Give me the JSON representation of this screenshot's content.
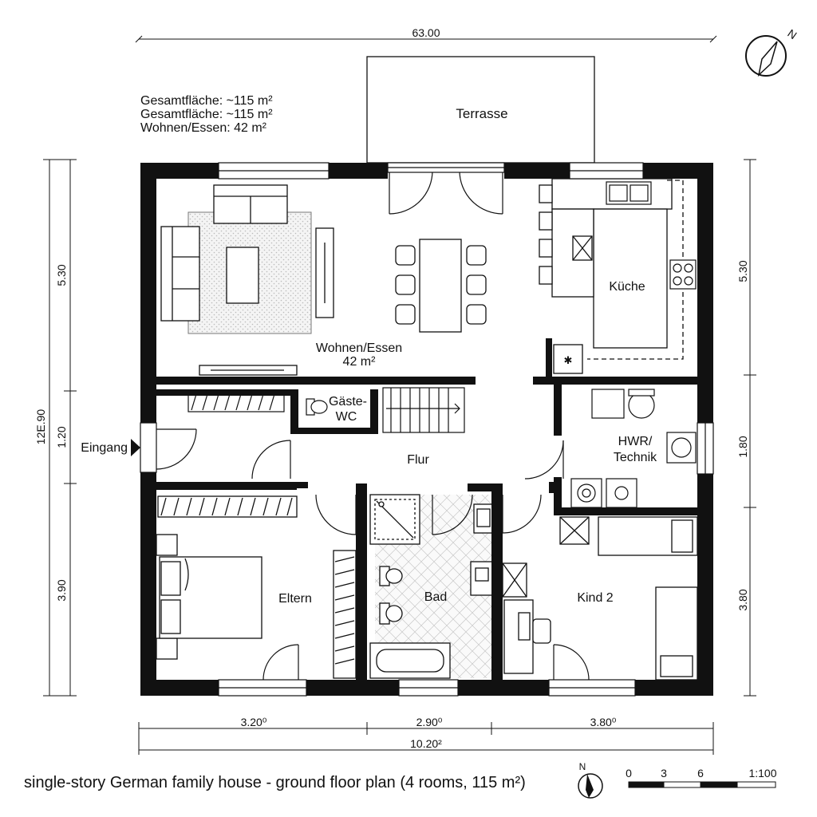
{
  "summary": {
    "line1": "Gesamtfläche: ~115 m²",
    "line2": "Gesamtfläche: ~115 m²",
    "line3": "Wohnen/Essen: 42 m²"
  },
  "dimensions": {
    "top_total": "63.00",
    "left_total": "12E.90",
    "left_top": "5.30",
    "left_mid": "1.20",
    "left_bottom": "3.90",
    "right_top": "5.30",
    "right_mid": "1.80",
    "right_bottom": "3.80",
    "bottom_left": "3.20⁰",
    "bottom_mid": "2.90⁰",
    "bottom_right": "3.80⁰",
    "bottom_total": "10.20²"
  },
  "rooms": {
    "terrace": "Terrasse",
    "living_dining": "Wohnen/Essen",
    "living_dining_area": "42 m²",
    "kitchen": "Küche",
    "guest_wc_1": "Gäste-",
    "guest_wc_2": "WC",
    "entrance": "Eingang",
    "hallway": "Flur",
    "utility_1": "HWR/",
    "utility_2": "Technik",
    "parents": "Eltern",
    "bath": "Bad",
    "child": "Kind 2"
  },
  "compass": {
    "north": "N"
  },
  "scale": {
    "ticks": [
      "0",
      "3",
      "6"
    ],
    "ratio": "1:100"
  },
  "caption": "single-story German family house - ground floor plan (4 rooms, 115 m²)",
  "icons": [
    "north-arrow-icon",
    "entrance-arrow-icon",
    "stove-icon",
    "sink-icon",
    "toilet-icon",
    "washing-machine-icon"
  ]
}
